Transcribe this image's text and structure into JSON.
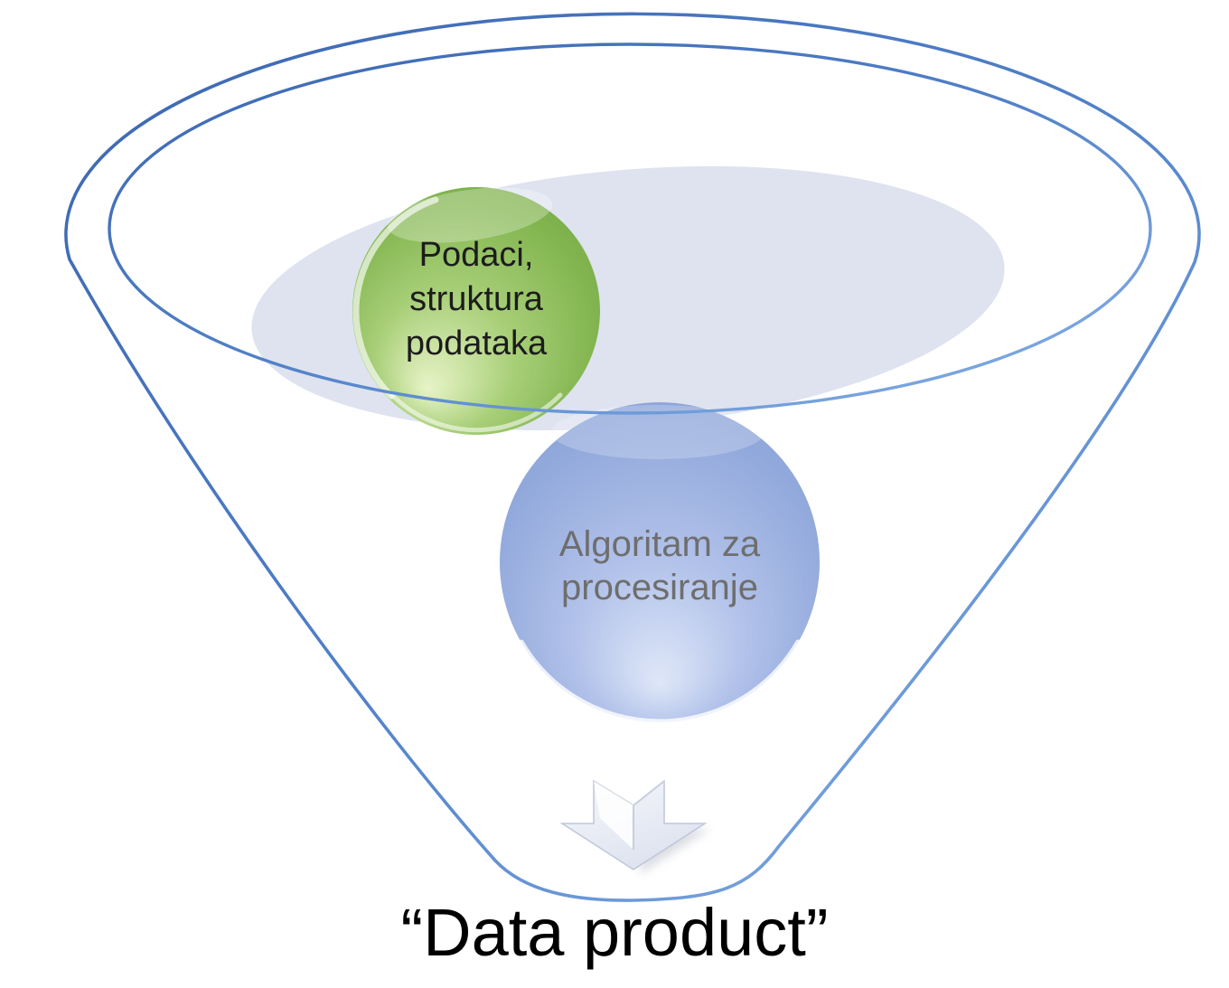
{
  "diagram": {
    "caption": "“Data product”",
    "funnel": {
      "surface_fill": "#dfe3f0",
      "stroke_gradient": [
        "#3c66b0",
        "#5080c8",
        "#8ab4e8"
      ]
    },
    "bubbles": [
      {
        "name": "data-bubble",
        "label_lines": [
          "Podaci,",
          "struktura",
          "podataka"
        ],
        "text_color": "#1c1c1c",
        "gradient": [
          "#e8f4c8",
          "#a8cf78",
          "#82b54f",
          "#68a03c"
        ]
      },
      {
        "name": "algorithm-bubble",
        "label_lines": [
          "Algoritam za",
          "procesiranje"
        ],
        "text_color": "#6e6e6e",
        "gradient": [
          "#dfe7f8",
          "#b3c3ea",
          "#92a9dc",
          "#8099ce"
        ]
      }
    ],
    "arrow": {
      "gradient": [
        "#f7f8fc",
        "#dde2ef"
      ],
      "stroke": "#bfc6d8"
    }
  }
}
